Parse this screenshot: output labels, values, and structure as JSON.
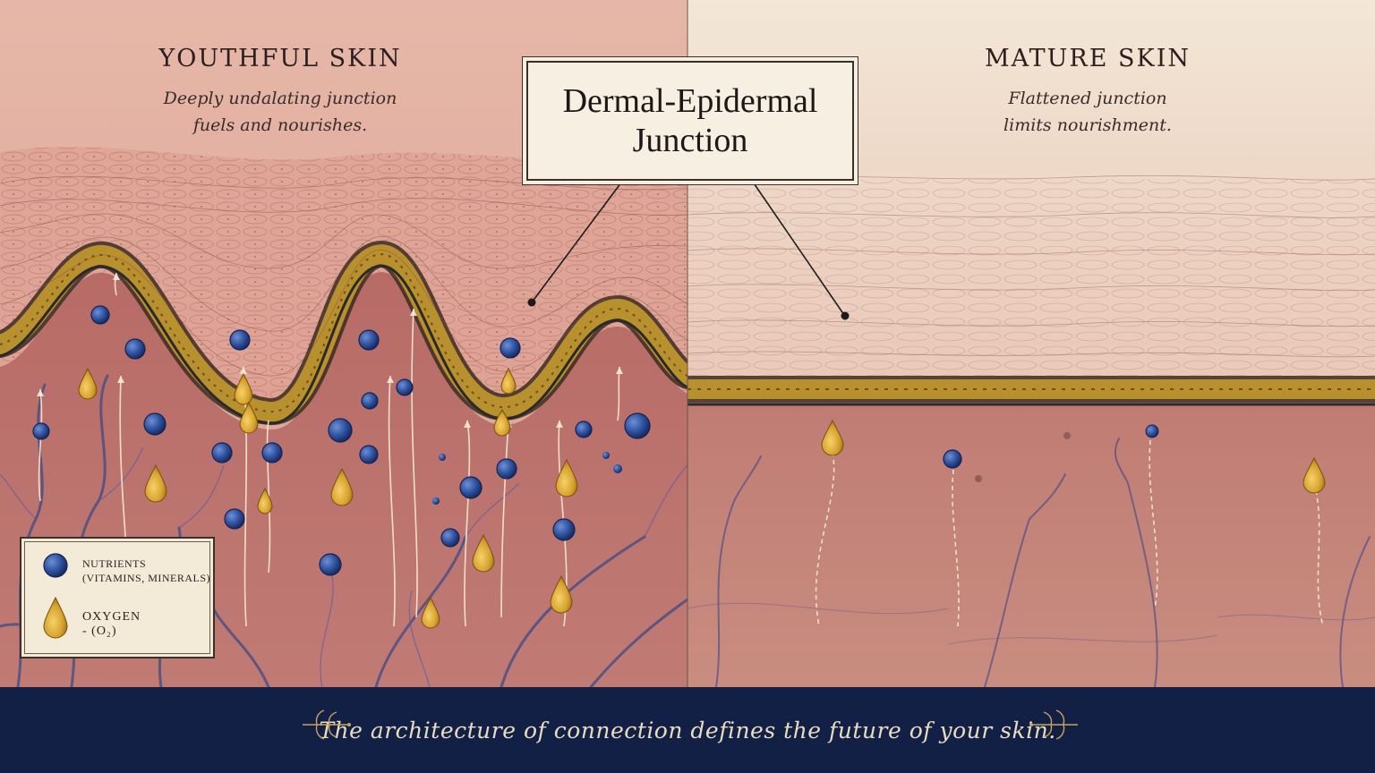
{
  "left_panel": {
    "title": "YOUTHFUL SKIN",
    "subtitle_line1": "Deeply undalating junction",
    "subtitle_line2": "fuels and nourishes."
  },
  "right_panel": {
    "title": "MATURE SKIN",
    "subtitle_line1": "Flattened junction",
    "subtitle_line2": "limits nourishment."
  },
  "center_label": {
    "line1": "Dermal-Epidermal",
    "line2": "Junction"
  },
  "legend": {
    "nutrients_line1": "NUTRIENTS",
    "nutrients_line2": "(VITAMINS, MINERALS)",
    "oxygen_line1": "OXYGEN",
    "oxygen_line2": "- (O₂)"
  },
  "footer": {
    "caption": "The architecture of connection defines the future of your skin."
  },
  "colors": {
    "nutrient_blue": "#2b4e9a",
    "oxygen_gold": "#d6a12c",
    "footer_navy": "#122046",
    "junction_gold": "#b8902e",
    "skin_pink": "#d9968a",
    "dermis_rose": "#b46c66"
  }
}
